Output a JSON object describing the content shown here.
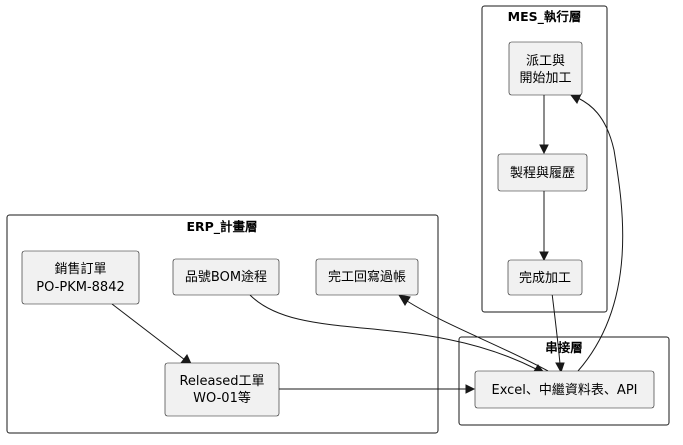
{
  "packages": {
    "mes": {
      "title": "MES_執行層"
    },
    "erp": {
      "title": "ERP_計畫層"
    },
    "bridge": {
      "title": "串接層"
    }
  },
  "nodes": {
    "dispatch": {
      "line1": "派工與",
      "line2": "開始加工"
    },
    "process_history": {
      "line1": "製程與履歷"
    },
    "finish": {
      "line1": "完成加工"
    },
    "sales_order": {
      "line1": "銷售訂單",
      "line2": "PO-PKM-8842"
    },
    "bom_routing": {
      "line1": "品號BOM途程"
    },
    "completion_posting": {
      "line1": "完工回寫過帳"
    },
    "work_order": {
      "line1": "Released工單",
      "line2": "WO-01等"
    },
    "integration": {
      "line1": "Excel、中繼資料表、API"
    }
  },
  "edges": [
    {
      "from": "dispatch",
      "to": "process_history"
    },
    {
      "from": "process_history",
      "to": "finish"
    },
    {
      "from": "finish",
      "to": "integration"
    },
    {
      "from": "integration",
      "to": "dispatch"
    },
    {
      "from": "sales_order",
      "to": "work_order"
    },
    {
      "from": "work_order",
      "to": "integration"
    },
    {
      "from": "bom_routing",
      "to": "integration"
    },
    {
      "from": "integration",
      "to": "completion_posting"
    }
  ]
}
